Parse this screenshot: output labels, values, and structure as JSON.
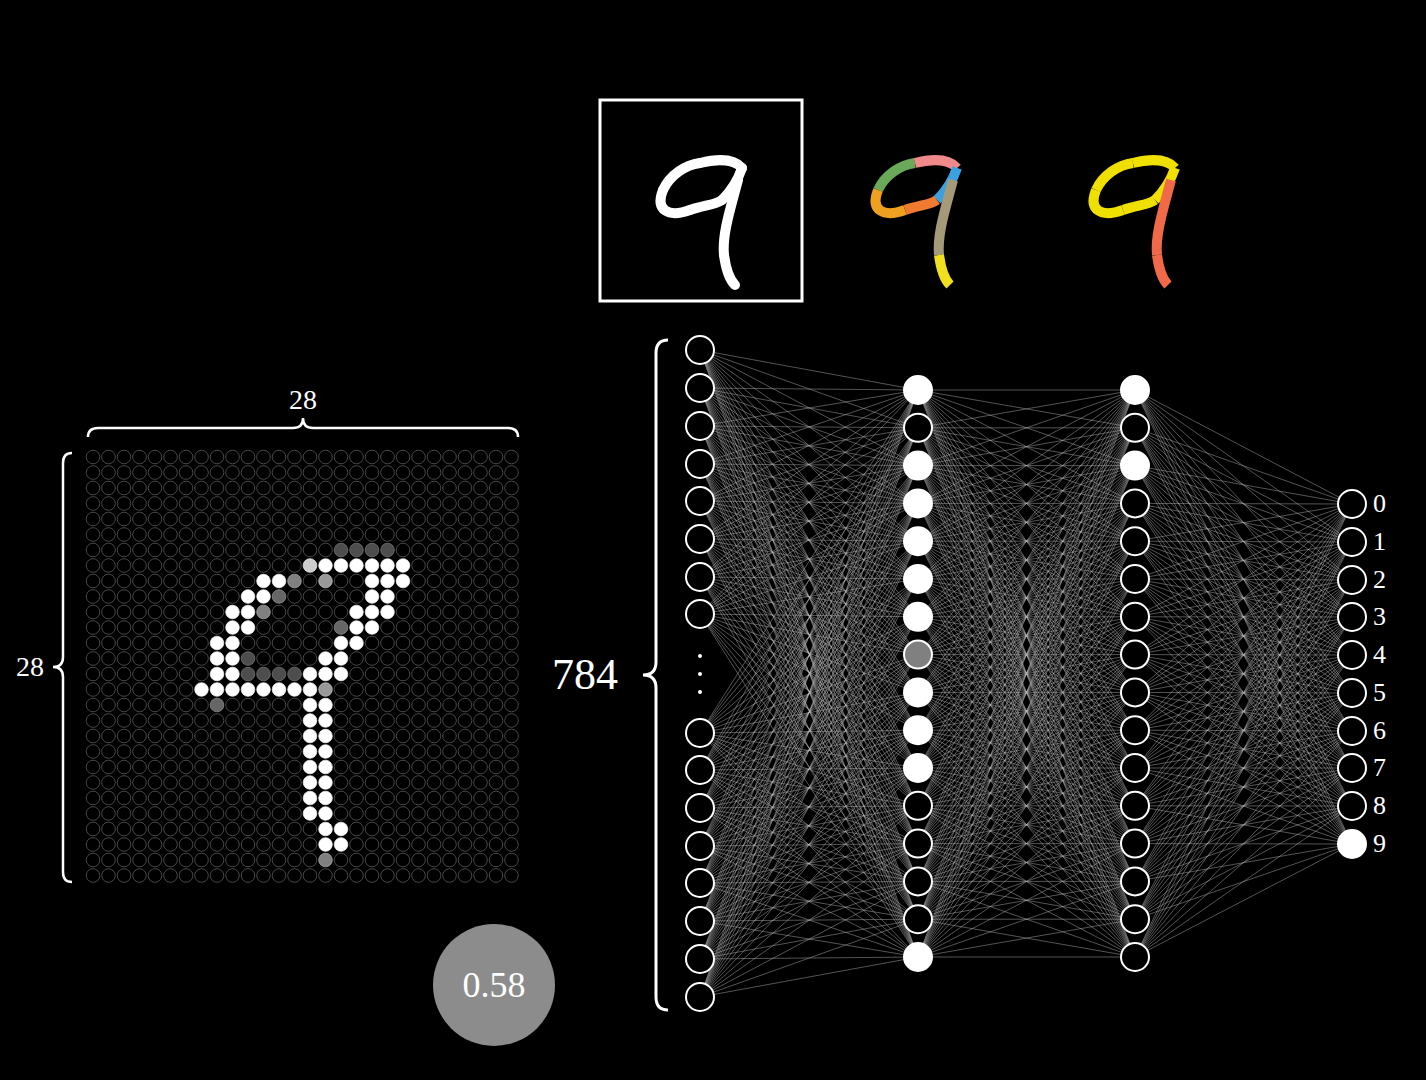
{
  "diagram": {
    "nodes": [
      {
        "text": [
          "0"
        ]
      },
      {
        "text": [
          "1"
        ]
      },
      {
        "text": [
          "2"
        ]
      },
      {
        "text": [
          "3"
        ]
      },
      {
        "text": [
          "4"
        ]
      },
      {
        "text": [
          "5"
        ]
      },
      {
        "text": [
          "6"
        ]
      },
      {
        "text": [
          "7"
        ]
      },
      {
        "text": [
          "8"
        ]
      },
      {
        "text": [
          "9"
        ]
      },
      {
        "text": [
          "0.58"
        ]
      }
    ],
    "labels": [
      "28",
      "28",
      "784"
    ]
  }
}
